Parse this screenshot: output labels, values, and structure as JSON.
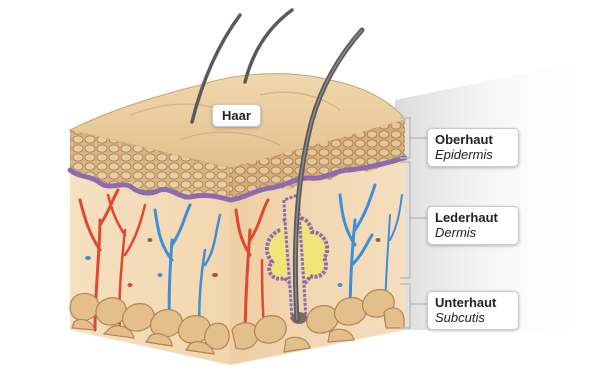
{
  "labels": {
    "hair": "Haar",
    "epidermis": {
      "name": "Oberhaut",
      "latin": "Epidermis"
    },
    "dermis": {
      "name": "Lederhaut",
      "latin": "Dermis"
    },
    "subcutis": {
      "name": "Unterhaut",
      "latin": "Subcutis"
    }
  },
  "colors": {
    "skin_surface": "#e8c99a",
    "epidermis_cells": "#b88a5a",
    "basal_layer": "#9b79b5",
    "dermis": "#f3d9b4",
    "fat": "#e3bf8c",
    "artery": "#e04830",
    "vein": "#3e8fd6",
    "hair": "#5a5a5a",
    "gland": "#f2e27a"
  }
}
